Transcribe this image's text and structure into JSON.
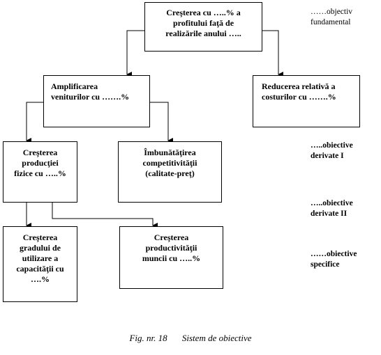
{
  "diagram": {
    "boxes": {
      "root": "Creşterea cu …..% a\nprofitului faţă de\nrealizările anului …..",
      "venit": "Amplificarea\nveniturilor cu …….%",
      "costuri": "Reducerea  relativă  a\ncosturilor cu …….%",
      "productie": "Creşterea\nproducţiei\nfizice cu …..%",
      "compet": "Îmbunătăţirea\ncompetitivităţii\n(calitate-preţ)",
      "capacitate": "Creşterea\ngradului de\nutilizare a\ncapacităţii cu\n….%",
      "productivitate": "Creşterea\nproductivităţii\nmuncii cu …..%"
    },
    "side_labels": {
      "fundamental": "……objectiv\nfundamental",
      "derivate1": "…..obiective\nderivate I",
      "derivate2": "…..obiective\nderivate II",
      "specifice": "……obiective\nspecifice"
    },
    "caption": {
      "fig": "Fig. nr. 18",
      "title": "Sistem de obiective"
    }
  }
}
